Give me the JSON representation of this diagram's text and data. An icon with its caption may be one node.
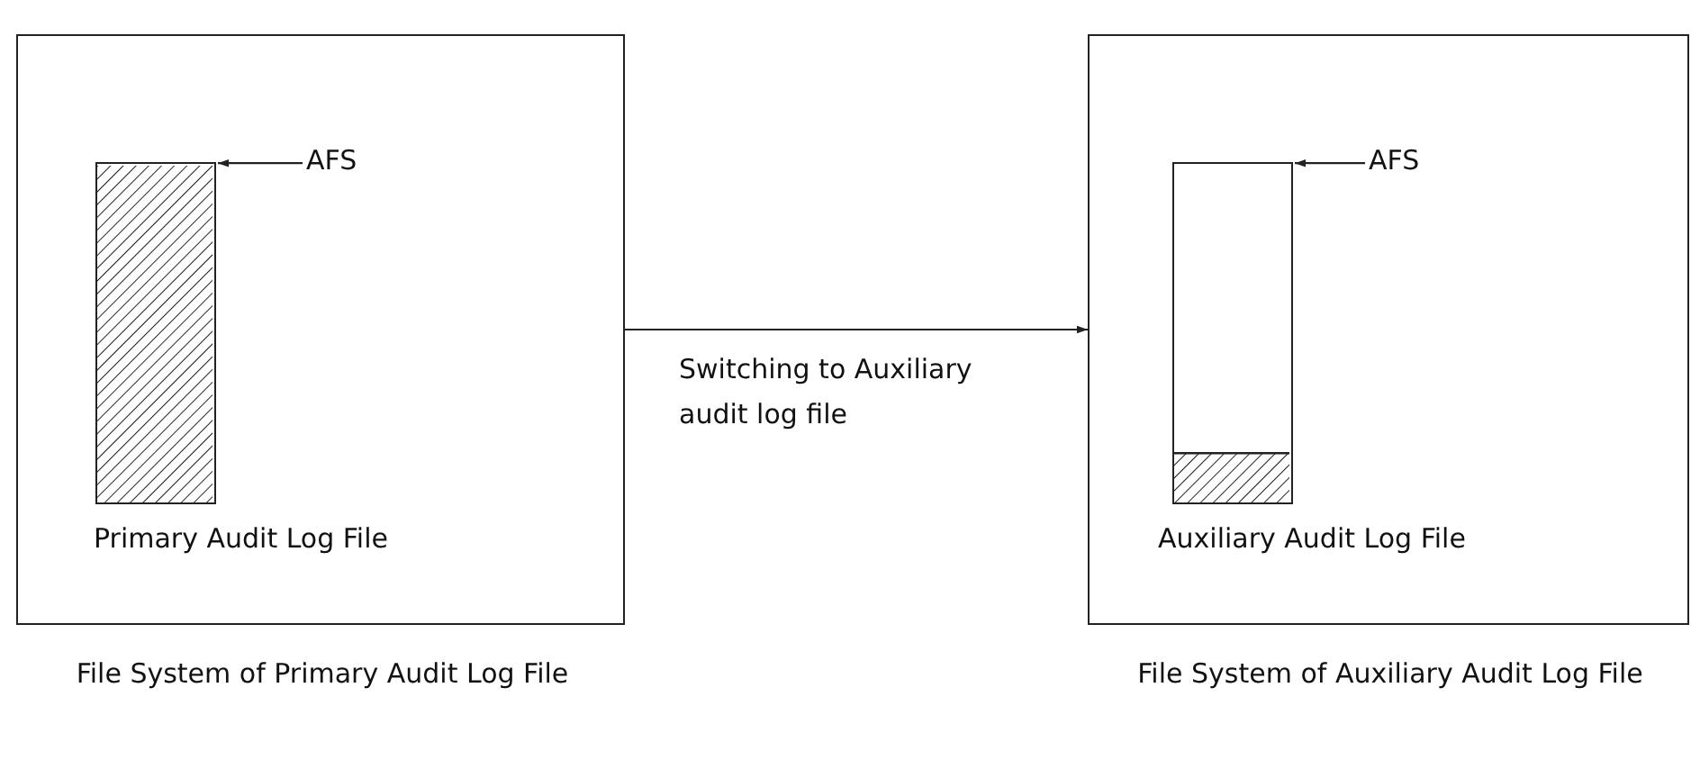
{
  "diagram": {
    "nodes": [
      {
        "text": [
          "File System of Primary Audit Log File"
        ]
      },
      {
        "text": [],
        "shape": "bar",
        "in": 0,
        "beside": [
          "Primary Audit Log File"
        ]
      },
      {
        "text": [
          "AFS"
        ],
        "in": 0
      },
      {
        "text": [
          "File System of Auxiliary Audit Log File"
        ]
      },
      {
        "text": [],
        "shape": "bar",
        "in": 3,
        "beside": [
          "Auxiliary Audit Log File"
        ]
      },
      {
        "text": [
          "AFS"
        ],
        "in": 3
      }
    ],
    "edges": [
      {
        "from": 2,
        "to": 1,
        "arrow": "to"
      },
      {
        "from": 0,
        "to": 3,
        "arrow": "to",
        "label": "Switching to Auxiliary audit log file"
      },
      {
        "from": 5,
        "to": 4,
        "arrow": "to"
      }
    ]
  }
}
